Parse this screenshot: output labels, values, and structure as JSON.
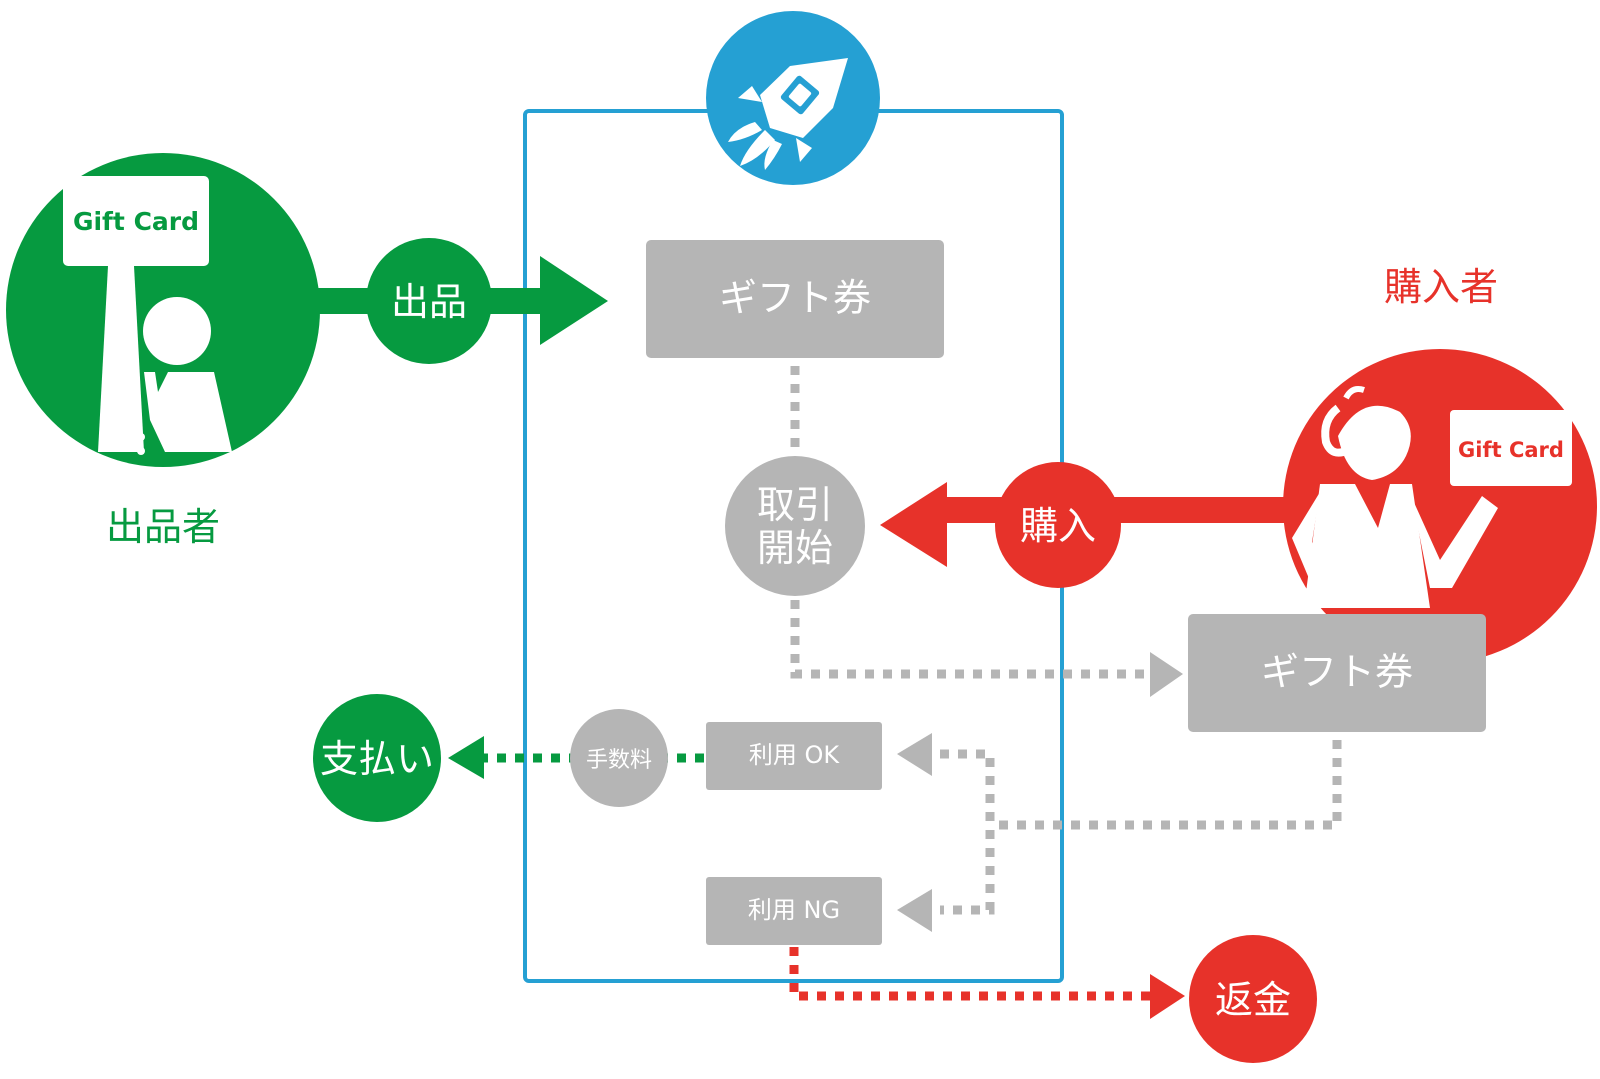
{
  "colors": {
    "green": "#069a40",
    "red": "#e7322a",
    "blue": "#25a0d3",
    "gray": "#b5b5b5",
    "white": "#ffffff"
  },
  "seller": {
    "label": "出品者",
    "card_text": "Gift Card",
    "icon": "seller-person-with-sign-icon"
  },
  "buyer": {
    "label": "購入者",
    "card_text": "Gift Card",
    "icon": "buyer-person-holding-card-icon"
  },
  "platform": {
    "icon": "rocket-icon"
  },
  "steps": {
    "listing": "出品",
    "gift_card_platform": "ギフト券",
    "trade_start_line1": "取引",
    "trade_start_line2": "開始",
    "purchase": "購入",
    "gift_card_buyer": "ギフト券",
    "fee": "手数料",
    "use_ok": "利用 OK",
    "use_ng": "利用 NG",
    "payment": "支払い",
    "refund": "返金"
  }
}
